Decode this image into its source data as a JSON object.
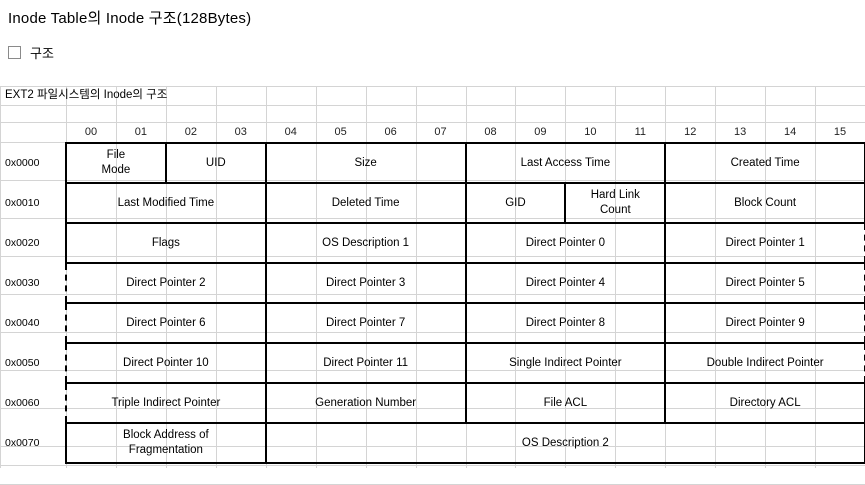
{
  "page": {
    "title": "Inode Table의 Inode 구조(128Bytes)",
    "section_marker": "box-glyph",
    "section_label": "구조"
  },
  "sheet": {
    "table_title": "EXT2 파일시스템의 Inode의 구조",
    "column_headers": [
      "00",
      "01",
      "02",
      "03",
      "04",
      "05",
      "06",
      "07",
      "08",
      "09",
      "10",
      "11",
      "12",
      "13",
      "14",
      "15"
    ],
    "offset_header": "",
    "rows": [
      {
        "offset": "0x0000",
        "fields": [
          {
            "label": "File\nMode",
            "span": 2
          },
          {
            "label": "UID",
            "span": 2
          },
          {
            "label": "Size",
            "span": 4
          },
          {
            "label": "Last Access Time",
            "span": 4
          },
          {
            "label": "Created Time",
            "span": 4
          }
        ]
      },
      {
        "offset": "0x0010",
        "fields": [
          {
            "label": "Last Modified Time",
            "span": 4
          },
          {
            "label": "Deleted Time",
            "span": 4
          },
          {
            "label": "GID",
            "span": 2
          },
          {
            "label": "Hard Link\nCount",
            "span": 2
          },
          {
            "label": "Block Count",
            "span": 4
          }
        ]
      },
      {
        "offset": "0x0020",
        "fields": [
          {
            "label": "Flags",
            "span": 4
          },
          {
            "label": "OS Description 1",
            "span": 4
          },
          {
            "label": "Direct Pointer 0",
            "span": 4
          },
          {
            "label": "Direct Pointer 1",
            "span": 4
          }
        ]
      },
      {
        "offset": "0x0030",
        "fields": [
          {
            "label": "Direct Pointer 2",
            "span": 4
          },
          {
            "label": "Direct Pointer 3",
            "span": 4
          },
          {
            "label": "Direct Pointer 4",
            "span": 4
          },
          {
            "label": "Direct Pointer 5",
            "span": 4
          }
        ]
      },
      {
        "offset": "0x0040",
        "fields": [
          {
            "label": "Direct Pointer 6",
            "span": 4
          },
          {
            "label": "Direct Pointer 7",
            "span": 4
          },
          {
            "label": "Direct Pointer 8",
            "span": 4
          },
          {
            "label": "Direct Pointer 9",
            "span": 4
          }
        ]
      },
      {
        "offset": "0x0050",
        "fields": [
          {
            "label": "Direct Pointer 10",
            "span": 4
          },
          {
            "label": "Direct Pointer 11",
            "span": 4
          },
          {
            "label": "Single Indirect Pointer",
            "span": 4
          },
          {
            "label": "Double Indirect Pointer",
            "span": 4
          }
        ]
      },
      {
        "offset": "0x0060",
        "fields": [
          {
            "label": "Triple Indirect Pointer",
            "span": 4
          },
          {
            "label": "Generation Number",
            "span": 4
          },
          {
            "label": "File ACL",
            "span": 4
          },
          {
            "label": "Directory ACL",
            "span": 4
          }
        ]
      },
      {
        "offset": "0x0070",
        "fields": [
          {
            "label": "Block Address of\nFragmentation",
            "span": 4
          },
          {
            "label": "OS Description 2",
            "span": 12
          }
        ]
      }
    ]
  }
}
